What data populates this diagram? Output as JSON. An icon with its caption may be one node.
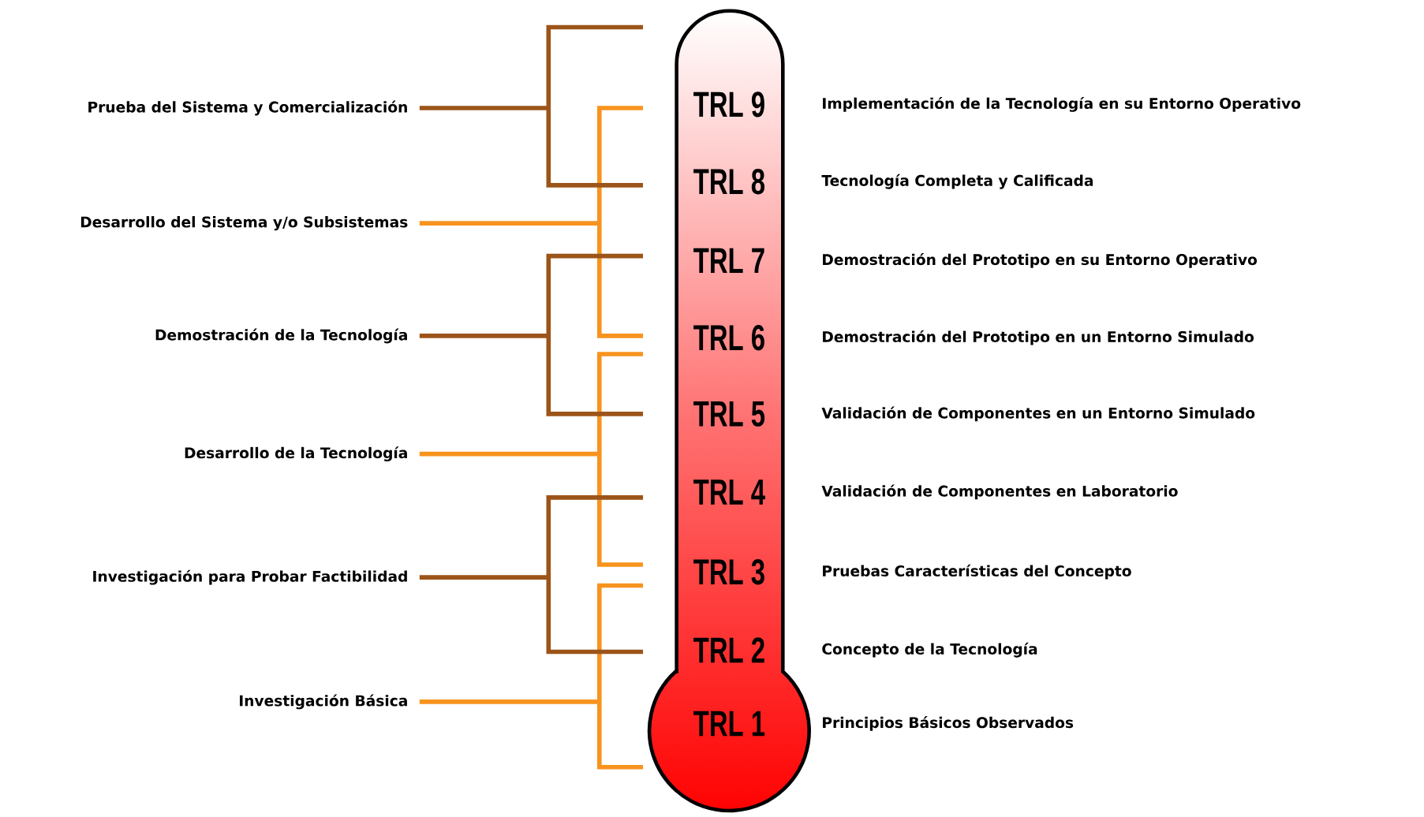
{
  "diagram": {
    "nodes": [
      {
        "text": [],
        "shape": "thermometer"
      },
      {
        "text": [
          "TRL 9"
        ],
        "in": 0,
        "beside": [
          "Implementación de la Tecnología en su Entorno Operativo"
        ]
      },
      {
        "text": [
          "TRL 8"
        ],
        "in": 0,
        "beside": [
          "Tecnología Completa y Calificada"
        ]
      },
      {
        "text": [
          "TRL 7"
        ],
        "in": 0,
        "beside": [
          "Demostración del Prototipo en su Entorno Operativo"
        ]
      },
      {
        "text": [
          "TRL 6"
        ],
        "in": 0,
        "beside": [
          "Demostración del Prototipo en un Entorno Simulado"
        ]
      },
      {
        "text": [
          "TRL 5"
        ],
        "in": 0,
        "beside": [
          "Validación de Componentes en un Entorno Simulado"
        ]
      },
      {
        "text": [
          "TRL 4"
        ],
        "in": 0,
        "beside": [
          "Validación de Componentes en Laboratorio"
        ]
      },
      {
        "text": [
          "TRL 3"
        ],
        "in": 0,
        "beside": [
          "Pruebas Características del Concepto"
        ]
      },
      {
        "text": [
          "TRL 2"
        ],
        "in": 0,
        "beside": [
          "Concepto de la Tecnología"
        ]
      },
      {
        "text": [
          "TRL 1"
        ],
        "in": 0,
        "beside": [
          "Principios Básicos Observados"
        ]
      }
    ],
    "labels": [
      "Prueba del Sistema y Comercialización",
      "Desarrollo del Sistema y/o Subsistemas",
      "Demostración de la Tecnología",
      "Desarrollo de la Tecnología",
      "Investigación para Probar Factibilidad",
      "Investigación Básica"
    ]
  }
}
